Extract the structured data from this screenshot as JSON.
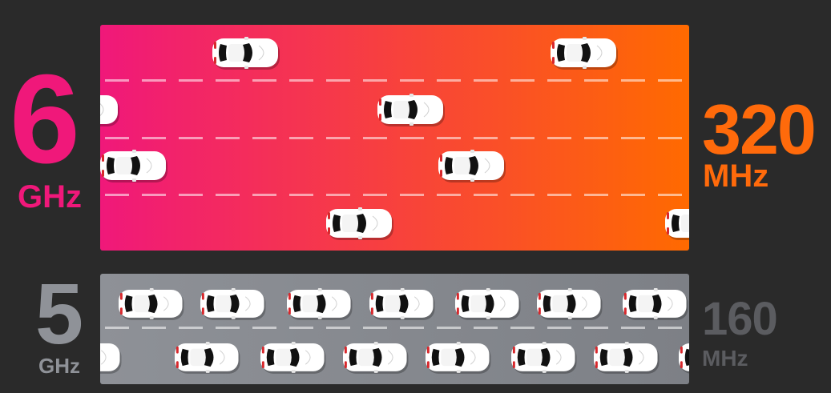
{
  "band6": {
    "number": "6",
    "unit": "GHz",
    "bandwidth": "320",
    "bandwidth_unit": "MHz",
    "color": "#f0187a",
    "gradient_start": "#f0187a",
    "gradient_end": "#ff6a00",
    "bandwidth_color": "#ff6a0b"
  },
  "band5": {
    "number": "5",
    "unit": "GHz",
    "bandwidth": "160",
    "bandwidth_unit": "MHz",
    "color": "#8f9298",
    "road_color": "#8a8d93",
    "bandwidth_color": "#5b5c60"
  },
  "icons": {
    "vehicle": "car-top-view-icon",
    "lane_marker": "dashed-lane-line"
  }
}
